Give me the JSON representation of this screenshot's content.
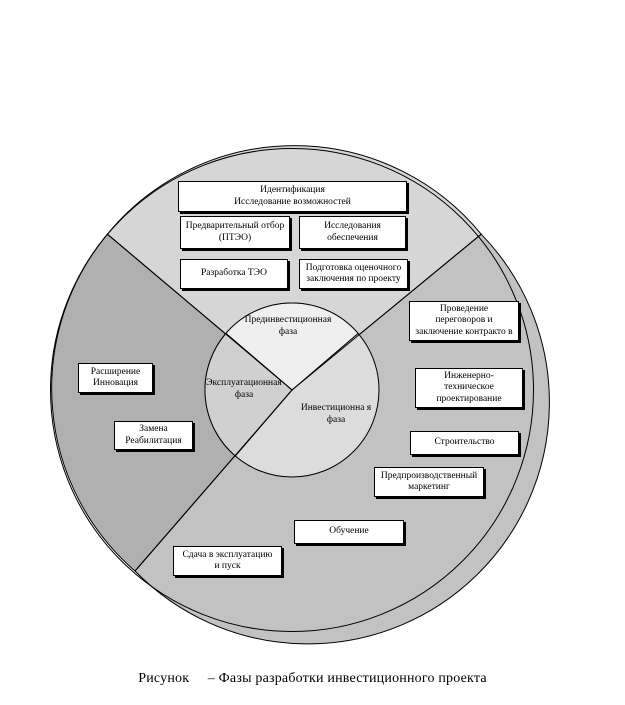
{
  "colors": {
    "pre_investment_sector": "#d6d6d6",
    "investment_sector": "#c2c2c2",
    "operation_sector": "#b0b0b0",
    "inner_pre_investment": "#efefef",
    "inner_investment": "#dcdcdc",
    "inner_operation": "#d0d0d0",
    "box_fill": "#ffffff",
    "line": "#000000"
  },
  "phases": {
    "pre_investment": "Прединвестиционная\nфаза",
    "investment": "Инвестиционна я\nфаза",
    "operation": "Эксплуатационная\nфаза"
  },
  "boxes": {
    "identification": "Идентификация\nИсследование возможностей",
    "preliminary_selection": "Предварительный отбор\n(ПТЭО)",
    "support_research": "Исследования\nобеспечения",
    "feasibility_study": "Разработка ТЭО",
    "evaluation_report": "Подготовка оценочного\nзаключения по проекту",
    "negotiations": "Проведение\nпереговоров и\nзаключение контракто в",
    "engineering_design": "Инженерно-\nтехническое\nпроектирование",
    "construction": "Строительство",
    "pre_production_marketing": "Предпроизводственный\nмаркетинг",
    "training": "Обучение",
    "commissioning": "Сдача в эксплуатацию\nи пуск",
    "expansion": "Расширение\nИнновация",
    "replacement": "Замена\nРеабилитация"
  },
  "caption": {
    "prefix": "Рисунок",
    "text": "– Фазы разработки инвестиционного проекта"
  }
}
